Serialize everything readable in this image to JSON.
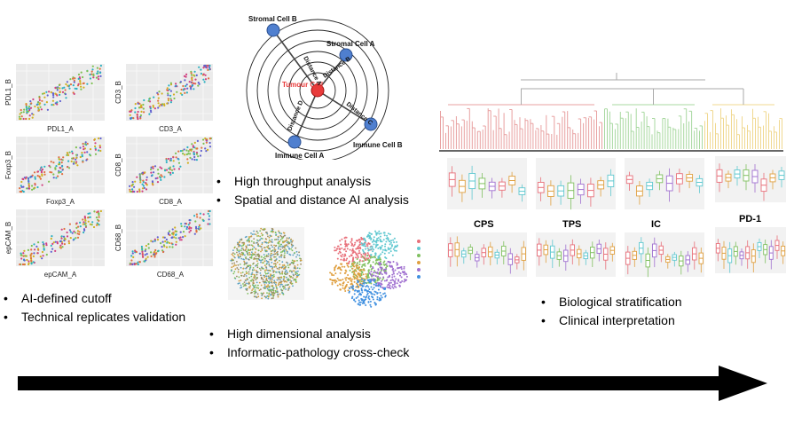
{
  "scatter_panels": [
    {
      "x": "PDL1_A",
      "y": "PDL1_B"
    },
    {
      "x": "CD3_A",
      "y": "CD3_B"
    },
    {
      "x": "Foxp3_A",
      "y": "Foxp3_B"
    },
    {
      "x": "CD8_A",
      "y": "CD8_B"
    },
    {
      "x": "epCAM_A",
      "y": "epCAM_B"
    },
    {
      "x": "CD68_A",
      "y": "CD68_B"
    }
  ],
  "radial_diagram": {
    "center": "Tumour Cell",
    "cells": [
      "Stromal Cell B",
      "Stromal Cell A",
      "Immune Cell B",
      "Immune Cell A"
    ],
    "distances": [
      "Distance A",
      "Distance B",
      "Distance C",
      "Distance D"
    ]
  },
  "bullets_left": [
    "AI-defined cutoff",
    "Technical replicates validation"
  ],
  "bullets_middle_top": [
    "High throughput analysis",
    "Spatial and distance AI analysis"
  ],
  "bullets_middle_bottom": [
    "High dimensional analysis",
    "Informatic-pathology cross-check"
  ],
  "bullets_right": [
    "Biological stratification",
    "Clinical interpretation"
  ],
  "boxplot_labels": [
    "CPS",
    "TPS",
    "IC",
    "PD-1"
  ],
  "colors": {
    "tumour": "#e83b3b",
    "cell_node": "#4f7fcf",
    "dendro_red": "#e8a0a0",
    "dendro_green": "#a8d8a0",
    "dendro_yellow": "#f0d890",
    "arrow": "#000000"
  }
}
